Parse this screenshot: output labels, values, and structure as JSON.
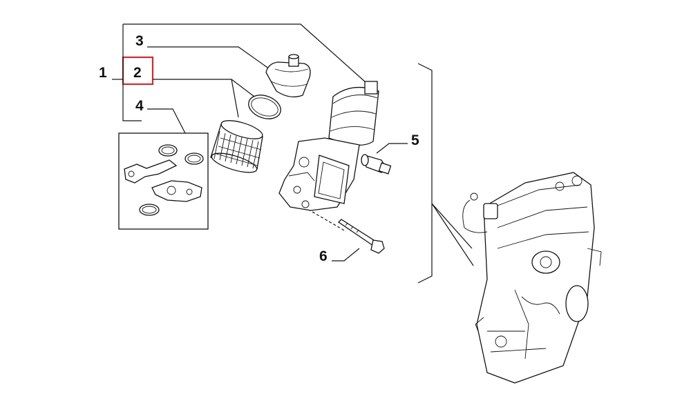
{
  "callouts": {
    "c1": "1",
    "c2": "2",
    "c3": "3",
    "c4": "4",
    "c5": "5",
    "c6": "6"
  },
  "highlight": {
    "target": "2",
    "color": "#d0282e"
  }
}
